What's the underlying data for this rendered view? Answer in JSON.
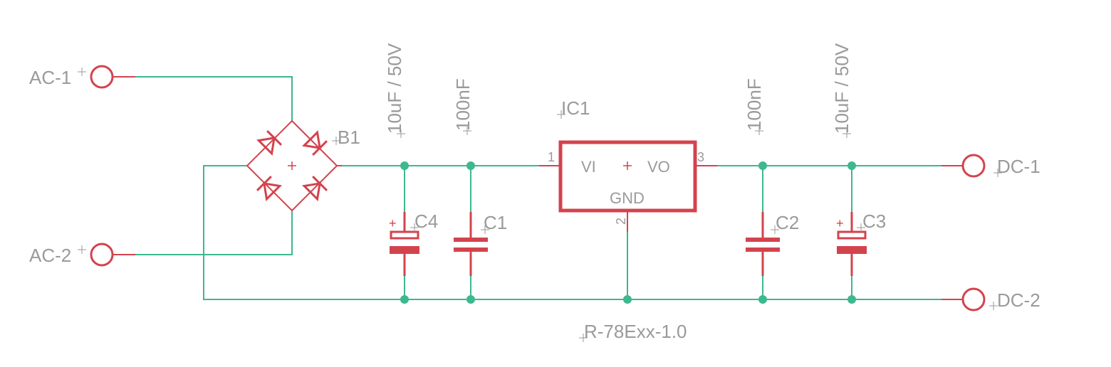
{
  "connectors": {
    "ac1": "AC-1",
    "ac2": "AC-2",
    "dc1": "DC-1",
    "dc2": "DC-2"
  },
  "bridge": {
    "name": "B1"
  },
  "capacitors": {
    "c4": {
      "name": "C4",
      "value": "10uF / 50V"
    },
    "c1": {
      "name": "C1",
      "value": "100nF"
    },
    "c2": {
      "name": "C2",
      "value": "100nF"
    },
    "c3": {
      "name": "C3",
      "value": "10uF / 50V"
    }
  },
  "regulator": {
    "name": "IC1",
    "value": "R-78Exx-1.0",
    "pin_vi": "VI",
    "pin_vo": "VO",
    "pin_gnd": "GND",
    "pin1": "1",
    "pin2": "2",
    "pin3": "3"
  },
  "polarity_mark": "+",
  "colors": {
    "wire": "#3db88f",
    "part": "#d3434d",
    "label": "#9a9a9a"
  }
}
